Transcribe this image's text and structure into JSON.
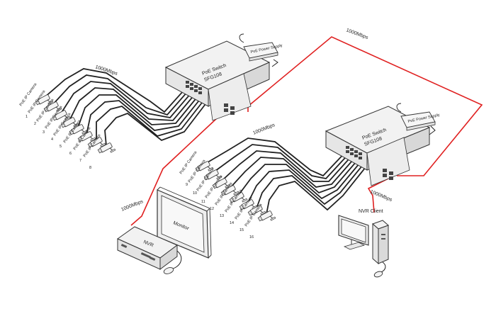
{
  "switch1": {
    "name": "PoE Switch",
    "model": "SFG108"
  },
  "switch2": {
    "name": "PoE Switch",
    "model": "SFG108"
  },
  "power_adapter_label": "PoE Power Supply",
  "monitor_label": "Monitor",
  "nvr_label": "NVR",
  "nvr_client_label": "NVR Client",
  "speeds": {
    "uplink": "1000Mbps",
    "sw1_cams": "1000Mbps",
    "sw2_cams": "1000Mbps",
    "nvr_link": "1000Mbps",
    "client_link": "1000Mbps"
  },
  "camera_label": "PoE IP Camera",
  "cameras_group1": [
    "1",
    "2",
    "3",
    "4",
    "5",
    "6",
    "7",
    "8"
  ],
  "cameras_group2": [
    "9",
    "10",
    "11",
    "12",
    "13",
    "14",
    "15",
    "16"
  ],
  "colors": {
    "network_link": "#e02020",
    "poe_cable": "#222222",
    "device_fill": "#f2f2f2",
    "device_stroke": "#333333"
  }
}
